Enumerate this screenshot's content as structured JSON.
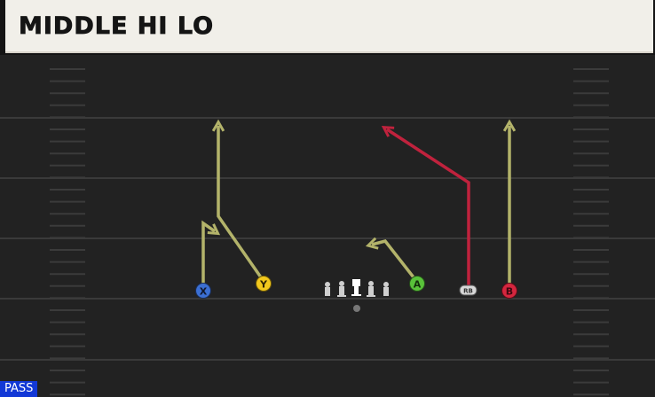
{
  "play": {
    "title": "MIDDLE HI LO",
    "type_badge": "PASS"
  },
  "colors": {
    "field": "#222222",
    "yard_line": "#3a3a3a",
    "hash_mark": "#3b3b3b",
    "route_default": "#b3b36a",
    "route_primary": "#c0223d",
    "lineman": "#cfcfcf",
    "center": "#ffffff",
    "ball": "#777777"
  },
  "players": [
    {
      "id": "X",
      "label": "X",
      "color": "#3b6fd3",
      "icon": "x-button-icon"
    },
    {
      "id": "Y",
      "label": "Y",
      "color": "#f2c81d",
      "icon": "y-button-icon"
    },
    {
      "id": "A",
      "label": "A",
      "color": "#59c23a",
      "icon": "a-button-icon"
    },
    {
      "id": "B",
      "label": "B",
      "color": "#d5263e",
      "icon": "b-button-icon"
    },
    {
      "id": "RB",
      "label": "RB",
      "color": "#d8d8d8",
      "icon": "rb-button-icon"
    }
  ]
}
